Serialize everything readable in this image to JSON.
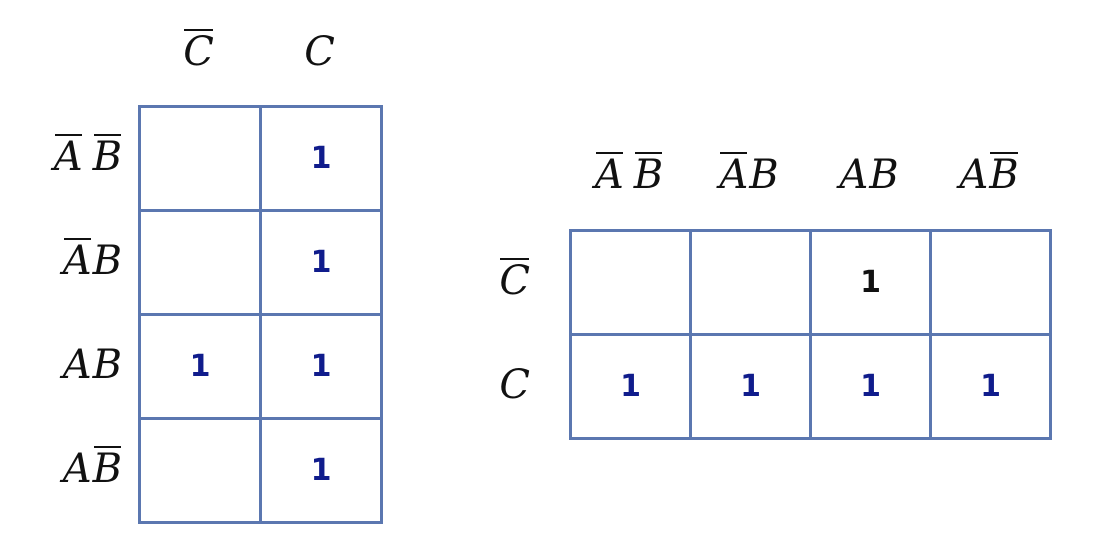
{
  "left_map": {
    "columns": [
      {
        "letters": [
          {
            "t": "C",
            "bar": true
          }
        ]
      },
      {
        "letters": [
          {
            "t": "C",
            "bar": false
          }
        ]
      }
    ],
    "rows": [
      {
        "letters": [
          {
            "t": "A",
            "bar": true
          },
          {
            "t": "B",
            "bar": true,
            "gap": true
          }
        ],
        "cells": [
          "",
          "1"
        ]
      },
      {
        "letters": [
          {
            "t": "A",
            "bar": true
          },
          {
            "t": "B",
            "bar": false
          }
        ],
        "cells": [
          "",
          "1"
        ]
      },
      {
        "letters": [
          {
            "t": "A",
            "bar": false
          },
          {
            "t": "B",
            "bar": false
          }
        ],
        "cells": [
          "1",
          "1"
        ]
      },
      {
        "letters": [
          {
            "t": "A",
            "bar": false
          },
          {
            "t": "B",
            "bar": true
          }
        ],
        "cells": [
          "",
          "1"
        ]
      }
    ]
  },
  "right_map": {
    "columns": [
      {
        "letters": [
          {
            "t": "A",
            "bar": true
          },
          {
            "t": "B",
            "bar": true,
            "gap": true
          }
        ]
      },
      {
        "letters": [
          {
            "t": "A",
            "bar": true
          },
          {
            "t": "B",
            "bar": false
          }
        ]
      },
      {
        "letters": [
          {
            "t": "A",
            "bar": false
          },
          {
            "t": "B",
            "bar": false
          }
        ]
      },
      {
        "letters": [
          {
            "t": "A",
            "bar": false
          },
          {
            "t": "B",
            "bar": true
          }
        ]
      }
    ],
    "rows": [
      {
        "letters": [
          {
            "t": "C",
            "bar": true
          }
        ],
        "cells": [
          "",
          "",
          "1",
          ""
        ]
      },
      {
        "letters": [
          {
            "t": "C",
            "bar": false
          }
        ],
        "cells": [
          "1",
          "1",
          "1",
          "1"
        ]
      }
    ]
  },
  "colors": {
    "grid_border": "#5b77b0",
    "value_blue": "#101c8c",
    "value_black": "#111111"
  }
}
